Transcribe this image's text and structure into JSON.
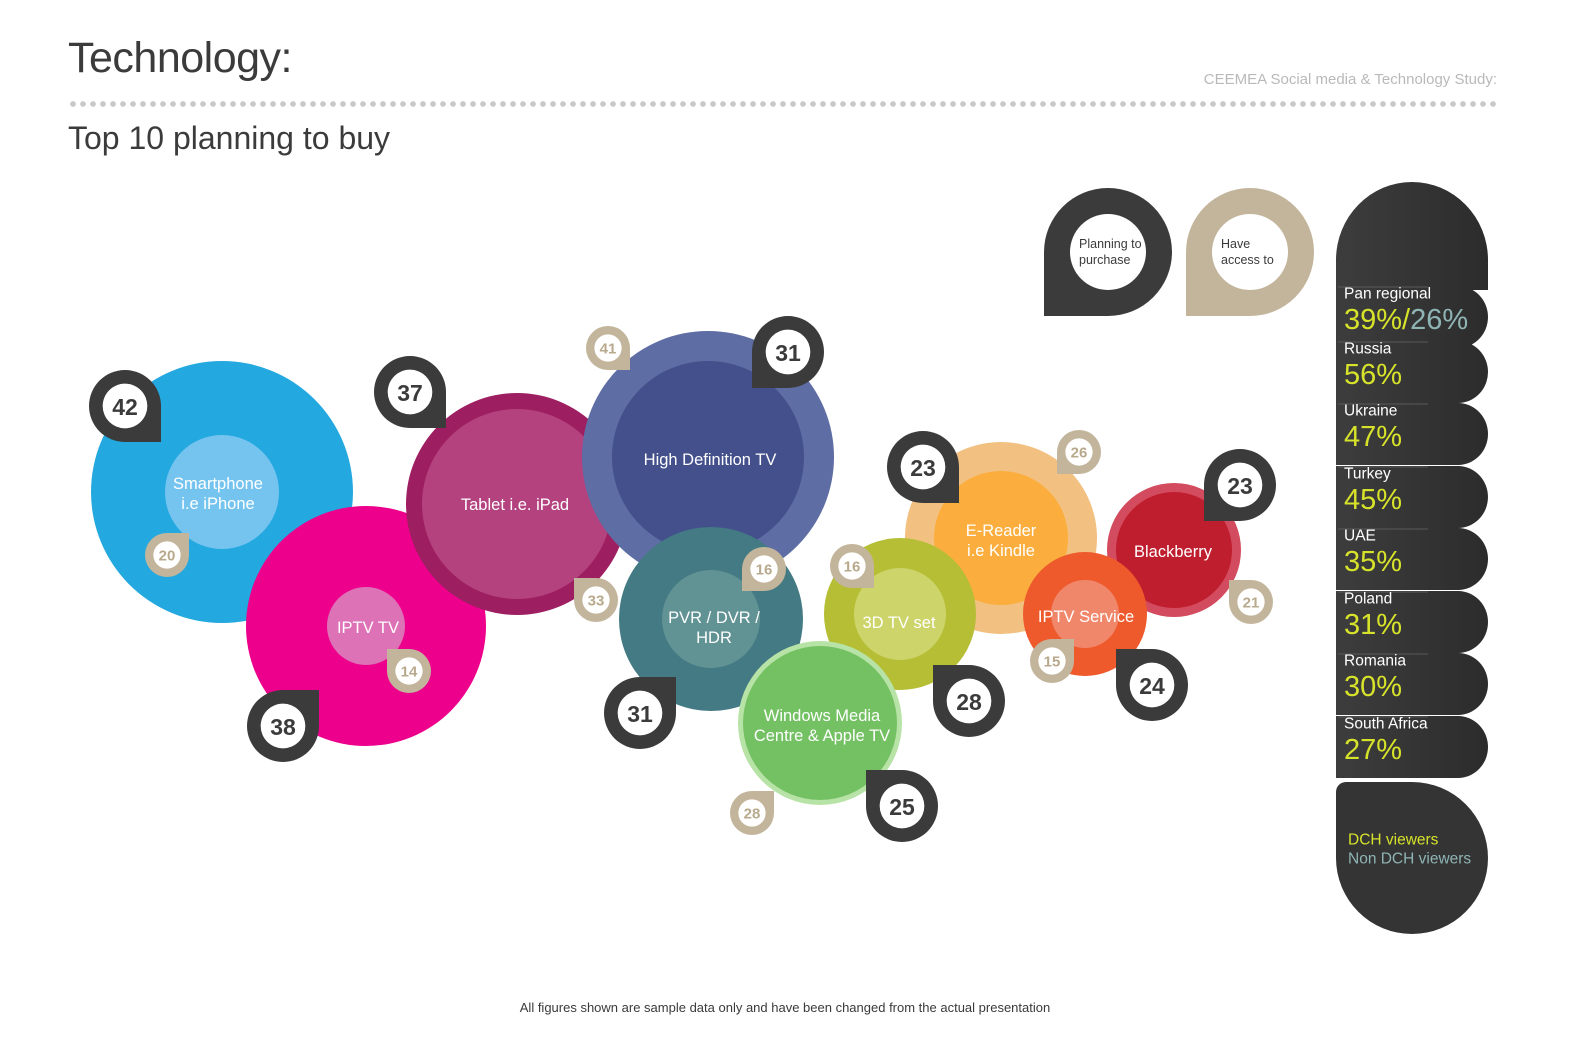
{
  "header": {
    "title": "Technology:",
    "study": "CEEMEA Social media & Technology Study:",
    "subtitle": "Top 10 planning to buy"
  },
  "colors": {
    "planning_marker": "#3b3b3b",
    "access_marker": "#c3b59c",
    "panel": "#3a3a3a",
    "dch": "#d7e32a",
    "non_dch": "#8fb4b4"
  },
  "legend": {
    "planning": [
      "Planning to",
      "purchase"
    ],
    "access": [
      "Have",
      "access to"
    ]
  },
  "chart_data": {
    "type": "bubble",
    "title": "Top 10 planning to buy",
    "series": [
      {
        "name": "Planning to purchase",
        "values": [
          42,
          38,
          37,
          31,
          31,
          23,
          23,
          28,
          24,
          25
        ]
      },
      {
        "name": "Have access to",
        "values": [
          20,
          14,
          33,
          41,
          16,
          26,
          21,
          16,
          15,
          28
        ]
      }
    ],
    "categories": [
      {
        "label": [
          "Smartphone",
          "i.e iPhone"
        ],
        "planning": 42,
        "access": 20,
        "outer": "#23a8e0",
        "inner": "#75c4ef"
      },
      {
        "label": [
          "IPTV TV"
        ],
        "planning": 38,
        "access": 14,
        "outer": "#ec008c",
        "inner": "#de72b6"
      },
      {
        "label": [
          "Tablet i.e. iPad"
        ],
        "planning": 37,
        "access": 33,
        "outer": "#9e1e62",
        "inner": "#b3427f"
      },
      {
        "label": [
          "High Definition TV"
        ],
        "planning": 31,
        "access": 41,
        "outer": "#5e6da4",
        "inner": "#43508c"
      },
      {
        "label": [
          "PVR / DVR /",
          "HDR"
        ],
        "planning": 31,
        "access": 16,
        "outer": "#437a84",
        "inner": "#629394"
      },
      {
        "label": [
          "E-Reader",
          "i.e Kindle"
        ],
        "planning": 23,
        "access": 26,
        "outer": "#f2c181",
        "inner": "#fbae3d"
      },
      {
        "label": [
          "Blackberry"
        ],
        "planning": 23,
        "access": 21,
        "outer": "#d34b5e",
        "inner": "#bf1e2e"
      },
      {
        "label": [
          "3D TV set"
        ],
        "planning": 28,
        "access": 16,
        "outer": "#b5be35",
        "inner": "#cdd46a"
      },
      {
        "label": [
          "IPTV Service"
        ],
        "planning": 24,
        "access": 15,
        "outer": "#ef5a2c",
        "inner": "#f1876a"
      },
      {
        "label": [
          "Windows Media",
          "Centre & Apple TV"
        ],
        "planning": 25,
        "access": 28,
        "outer": "#b8e3a6",
        "inner": "#74c163"
      }
    ],
    "regions": [
      {
        "name": "Pan regional",
        "dch": "39%",
        "non_dch": "26%"
      },
      {
        "name": "Russia",
        "dch": "56%"
      },
      {
        "name": "Ukraine",
        "dch": "47%"
      },
      {
        "name": "Turkey",
        "dch": "45%"
      },
      {
        "name": "UAE",
        "dch": "35%"
      },
      {
        "name": "Poland",
        "dch": "31%"
      },
      {
        "name": "Romania",
        "dch": "30%"
      },
      {
        "name": "South Africa",
        "dch": "27%"
      }
    ],
    "region_legend": {
      "dch": "DCH viewers",
      "non_dch": "Non DCH viewers"
    }
  },
  "footer": {
    "disclaimer": "All figures shown are sample data only and have been changed from the actual presentation"
  }
}
